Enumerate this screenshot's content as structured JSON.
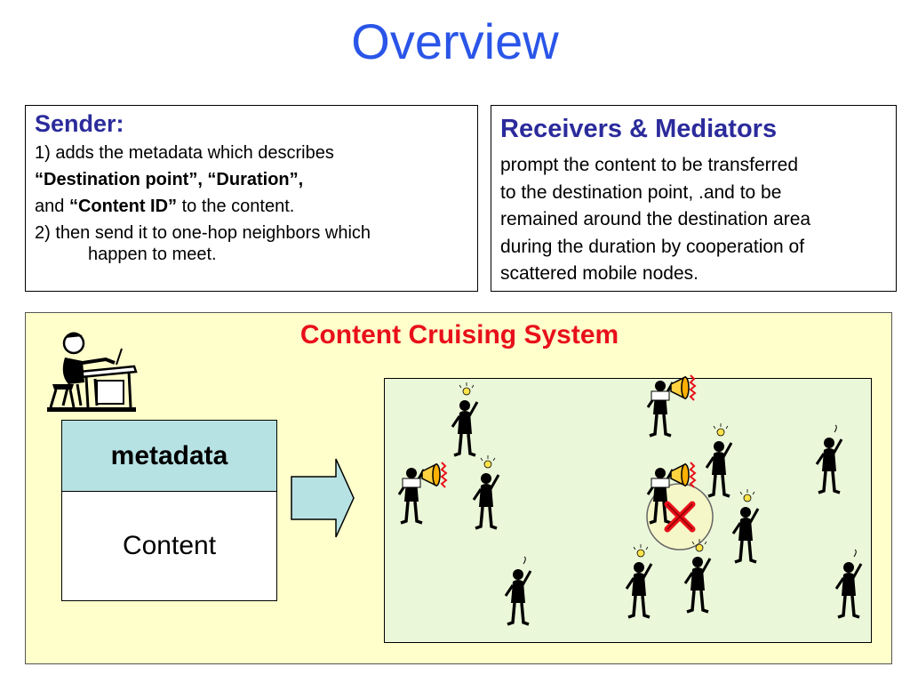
{
  "title": "Overview",
  "sender": {
    "heading": "Sender:",
    "line1": "1) adds the metadata which describes",
    "line2": "“Destination point”, “Duration”,",
    "line3_prefix": "and ",
    "line3_bold": "“Content ID”",
    "line3_suffix": " to the content.",
    "line4": "2) then send it to one-hop neighbors which",
    "line5": "happen to meet."
  },
  "receivers": {
    "heading": "Receivers & Mediators",
    "body_lines": [
      "prompt the content to be transferred",
      "to the destination point, .and to be",
      "remained around the destination area",
      "during the duration by cooperation of",
      "scattered mobile nodes."
    ]
  },
  "system": {
    "title": "Content Cruising System",
    "packet_metadata": "metadata",
    "packet_content": "Content"
  },
  "colors": {
    "title": "#2a55e8",
    "heading": "#2b2b9c",
    "system_title": "#e8101a",
    "panel_bg": "#ffffcc",
    "field_bg": "#ebf7d9",
    "metadata_bg": "#b7e2e3",
    "arrow_fill": "#b7e2e3",
    "destination_mark": "#e8101a"
  },
  "icons": {
    "writer": "person-writing-at-desk-icon",
    "arrow": "right-arrow-icon",
    "speaker": "person-with-megaphone-icon",
    "idea": "person-with-lightbulb-icon",
    "thinking": "person-thinking-icon",
    "destination": "destination-x-icon"
  }
}
